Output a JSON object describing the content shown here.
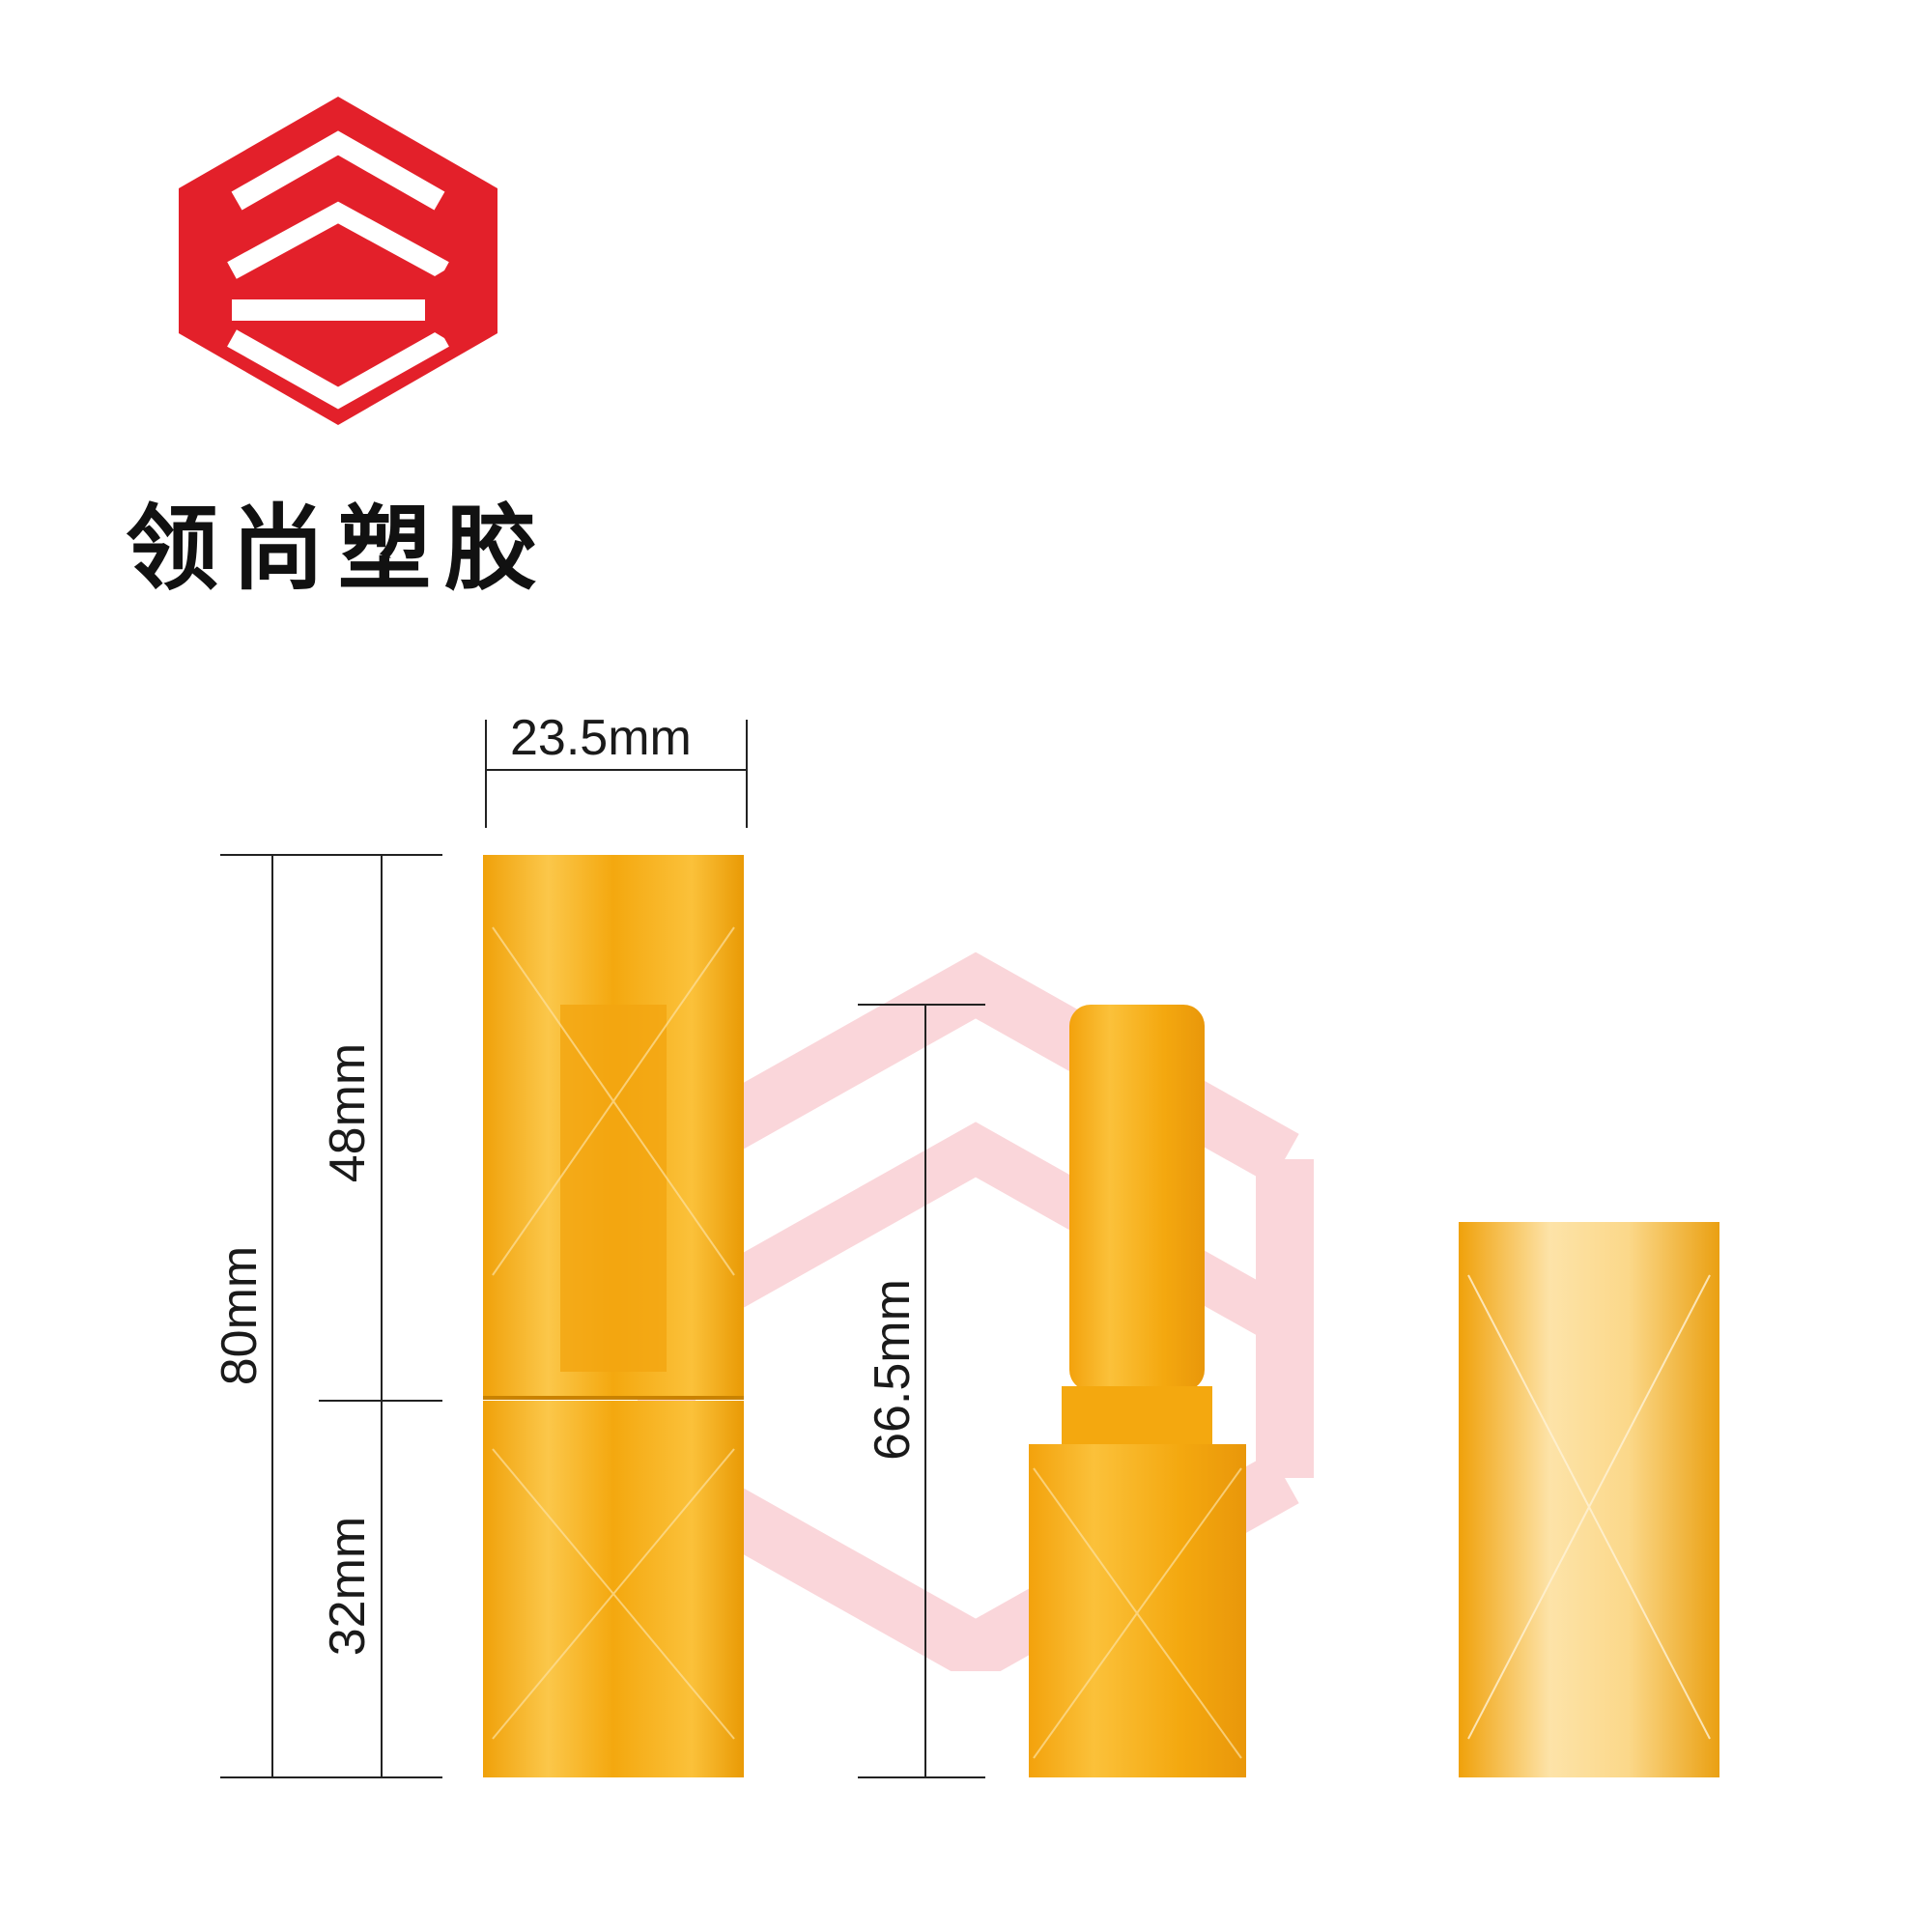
{
  "brand": {
    "name": "领尚塑胶",
    "logo_icon": "red-hexagon-s-logo-icon",
    "logo_color": "#e3202a",
    "watermark_color": "#fbd9dc"
  },
  "product": {
    "color": "#f4a80f",
    "items": [
      "lipstick-tube-closed",
      "lipstick-tube-open",
      "lipstick-cap"
    ]
  },
  "dimensions": {
    "width": "23.5mm",
    "total_height": "80mm",
    "cap_height": "48mm",
    "base_height": "32mm",
    "open_height": "66.5mm"
  }
}
